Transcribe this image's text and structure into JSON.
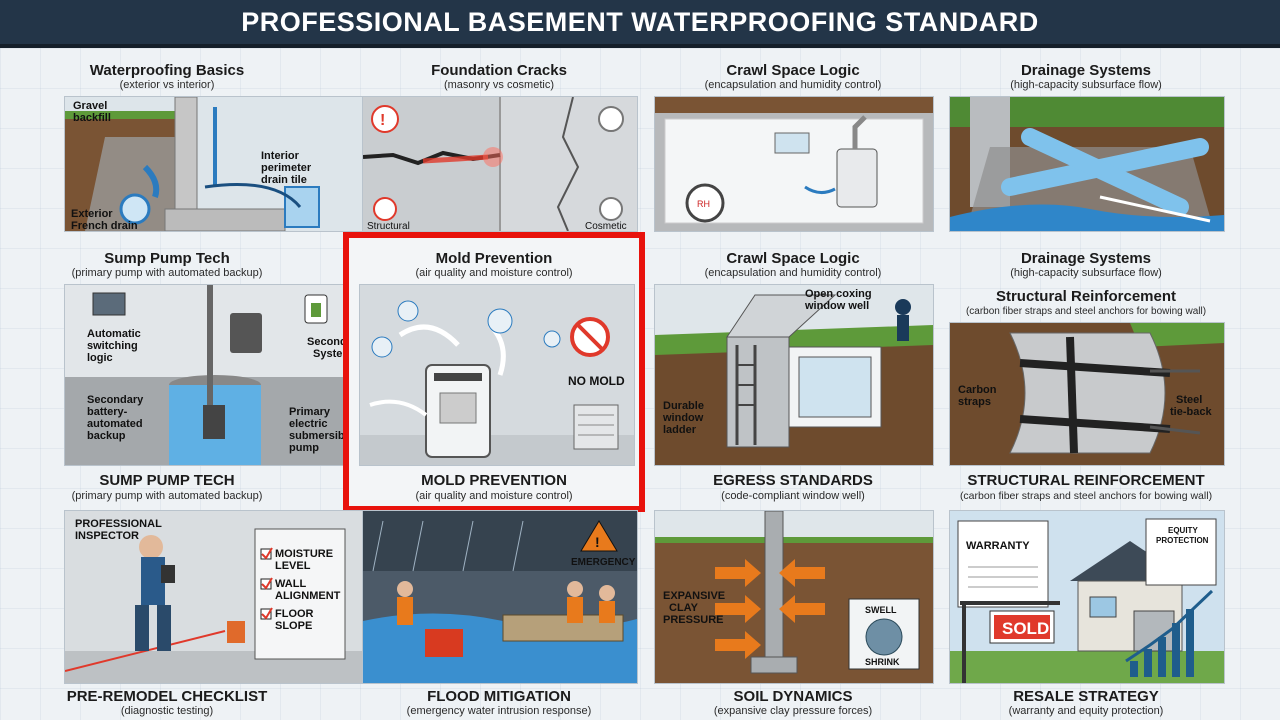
{
  "banner": {
    "title": "PROFESSIONAL BASEMENT WATERPROOFING STANDARD"
  },
  "tiles": {
    "basics": {
      "title": "Waterproofing Basics",
      "subtitle": "(exterior vs interior)",
      "labels": [
        "Gravel",
        "backfill",
        "Interior",
        "perimeter",
        "drain tile",
        "Exterior",
        "French drain"
      ]
    },
    "cracks": {
      "title": "Foundation Cracks",
      "subtitle": "(masonry vs cosmetic)",
      "labels": [
        "Structural",
        "Cosmetic"
      ]
    },
    "crawl1": {
      "title": "Crawl Space Logic",
      "subtitle": "(encapsulation and humidity control)",
      "gauge": "RH"
    },
    "drain1": {
      "title": "Drainage Systems",
      "subtitle": "(high-capacity subsurface flow)"
    },
    "sump": {
      "top_title": "Sump Pump Tech",
      "top_subtitle": "(primary pump with automated backup)",
      "bottom_title": "SUMP PUMP TECH",
      "bottom_subtitle": "(primary pump with automated backup)",
      "labels": [
        "Automatic",
        "switching",
        "logic",
        "Secondary",
        "System",
        "Secondary",
        "battery-",
        "automated",
        "backup",
        "Primary",
        "electric",
        "submersible",
        "pump"
      ]
    },
    "mold": {
      "top_title": "Mold Prevention",
      "top_subtitle": "(air quality and moisture control)",
      "bottom_title": "MOLD PREVENTION",
      "bottom_subtitle": "(air quality and moisture control)",
      "badge": "NO MOLD"
    },
    "egress": {
      "top_title": "Crawl Space Logic",
      "top_subtitle": "(encapsulation and humidity control)",
      "bottom_title": "EGRESS STANDARDS",
      "bottom_subtitle": "(code-compliant window well)",
      "labels": [
        "Open coxing",
        "window well",
        "Durable",
        "window",
        "ladder"
      ]
    },
    "structural": {
      "top_title": "Drainage Systems",
      "top_subtitle": "(high-capacity subsurface flow)",
      "mid_title": "Structural Reinforcement",
      "mid_subtitle": "(carbon fiber straps and steel anchors for bowing wall)",
      "bottom_title": "STRUCTURAL REINFORCEMENT",
      "bottom_subtitle": "(carbon fiber straps and steel anchors for bowing wall)",
      "labels": [
        "Carbon",
        "straps",
        "Steel",
        "tie-back"
      ]
    },
    "checklist": {
      "title": "PRE-REMODEL CHECKLIST",
      "subtitle": "(diagnostic testing)",
      "inspector": [
        "PROFESSIONAL",
        "INSPECTOR"
      ],
      "items": [
        "MOISTURE",
        "LEVEL",
        "WALL",
        "ALIGNMENT",
        "FLOOR",
        "SLOPE"
      ]
    },
    "flood": {
      "title": "FLOOD MITIGATION",
      "subtitle": "(emergency water intrusion response)",
      "badge": "EMERGENCY"
    },
    "soil": {
      "title": "SOIL DYNAMICS",
      "subtitle": "(expansive clay pressure forces)",
      "labels": [
        "EXPANSIVE",
        "CLAY",
        "PRESSURE"
      ],
      "inset": [
        "SWELL",
        "SHRINK"
      ]
    },
    "resale": {
      "title": "RESALE STRATEGY",
      "subtitle": "(warranty and equity protection)",
      "warranty": "WARRANTY",
      "equity": [
        "EQUITY",
        "PROTECTION"
      ],
      "sold": "SOLD"
    }
  },
  "colors": {
    "banner": "#233548",
    "highlight": "#e8120c",
    "water": "#4aa3df",
    "soil": "#6b4a2e",
    "grass": "#5e9a3a",
    "sold": "#e0392b"
  }
}
